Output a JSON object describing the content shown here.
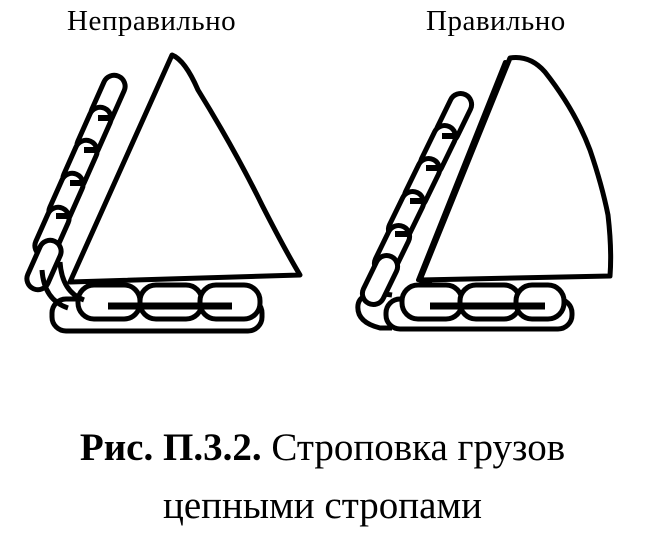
{
  "labels": {
    "wrong": "Неправильно",
    "right": "Правильно"
  },
  "caption": {
    "figure_number": "Рис. П.3.2.",
    "text_line_1": "Строповка грузов",
    "text_line_2": "цепными стропами"
  },
  "colors": {
    "ink": "#000000",
    "paper": "#ffffff"
  }
}
